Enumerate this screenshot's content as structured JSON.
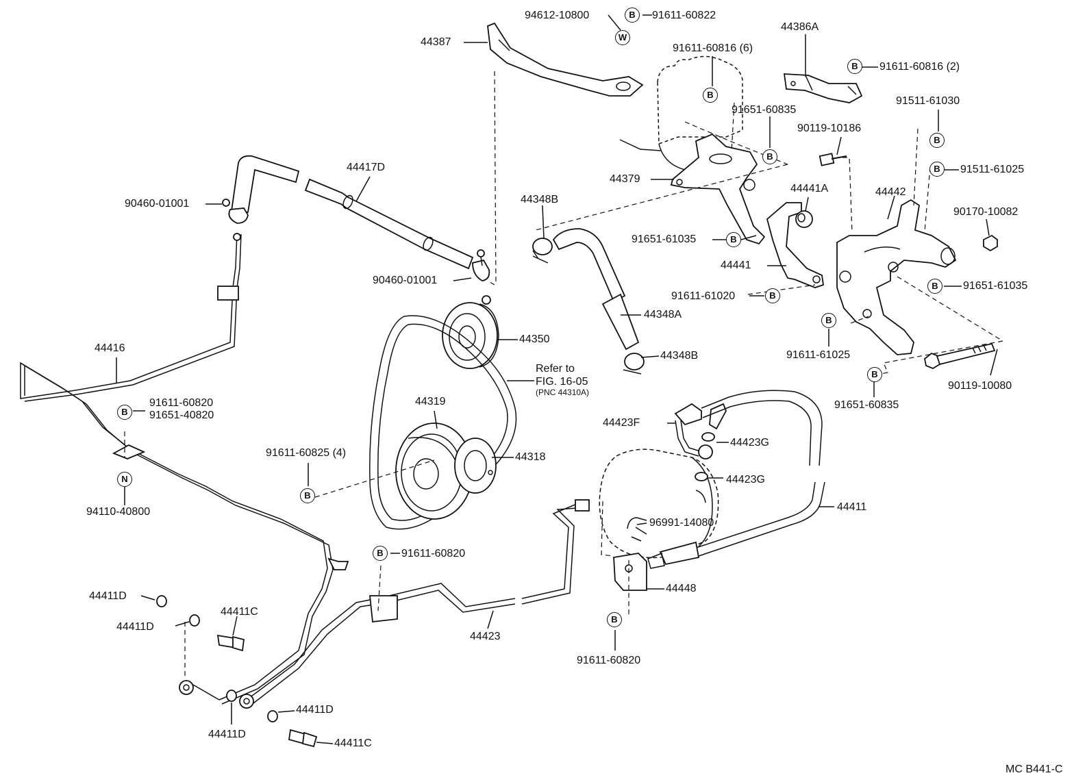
{
  "labels": {
    "p94612_10800": "94612-10800",
    "p91611_60822": "91611-60822",
    "p44387": "44387",
    "p91611_60816_6": "91611-60816 (6)",
    "p44386A": "44386A",
    "p91611_60816_2": "91611-60816 (2)",
    "p91511_61030": "91511-61030",
    "p90119_10186": "90119-10186",
    "p91651_60835_top": "91651-60835",
    "p91511_61025": "91511-61025",
    "p44417D": "44417D",
    "p90460_01001_a": "90460-01001",
    "p44379": "44379",
    "p44348B_a": "44348B",
    "p44441A": "44441A",
    "p44442": "44442",
    "p90170_10082": "90170-10082",
    "p91651_61035_a": "91651-61035",
    "p44441": "44441",
    "p90460_01001_b": "90460-01001",
    "p91611_61020": "91611-61020",
    "p91651_61035_b": "91651-61035",
    "p44348A": "44348A",
    "p44350": "44350",
    "p44348B_b": "44348B",
    "p91611_61025": "91611-61025",
    "p44416": "44416",
    "refer_to": "Refer to",
    "fig_16_05": "FIG. 16-05",
    "pnc": "(PNC 44310A)",
    "p90119_10080": "90119-10080",
    "p91651_60835_b": "91651-60835",
    "p91611_60820_a": "91611-60820",
    "p91651_40820": "91651-40820",
    "p44319": "44319",
    "p44423F": "44423F",
    "p44423G_a": "44423G",
    "p91611_60825_4": "91611-60825 (4)",
    "p44318": "44318",
    "p44423G_b": "44423G",
    "p94110_40800": "94110-40800",
    "p44411": "44411",
    "p96991_14080": "96991-14080",
    "p91611_60820_b": "91611-60820",
    "p44411D_a": "44411D",
    "p44448": "44448",
    "p44411C_a": "44411C",
    "p44411D_b": "44411D",
    "p44423": "44423",
    "p91611_60820_c": "91611-60820",
    "p44411D_c": "44411D",
    "p44411D_d": "44411D",
    "p44411C_b": "44411C",
    "code": "MC B441-C"
  },
  "badges": {
    "b": "B",
    "w": "W",
    "n": "N"
  }
}
